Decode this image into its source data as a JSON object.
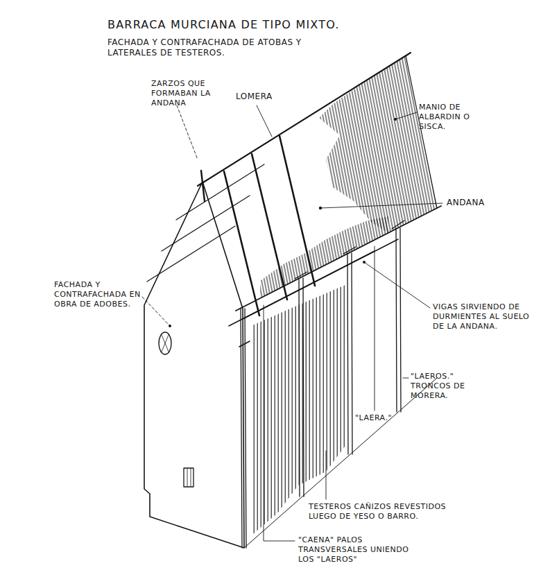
{
  "diagram": {
    "title": "BARRACA MURCIANA DE TIPO MIXTO.",
    "labels": [
      "FACHADA Y CONTRAFACHADA DE ATOBAS Y LATERALES DE TESTEROS.",
      "ZARZOS QUE FORMABAN LA ANDANA",
      "LOMERA",
      "MANIO DE ALBARDIN O SISCA.",
      "ANDANA",
      "FACHADA Y CONTRAFACHADA EN OBRA DE ADOBES.",
      "VIGAS SIRVIENDO DE DURMIENTES AL SUELO DE LA ANDANA.",
      "\"LAEROS.\" TRONCOS DE MORERA.",
      "\"LAERA.\"",
      "TESTEROS CAÑIZOS REVESTIDOS LUEGO DE YESO O BARRO.",
      "\"CAENA\" PALOS TRANSVERSALES UNIENDO LOS \"LAEROS\""
    ]
  }
}
